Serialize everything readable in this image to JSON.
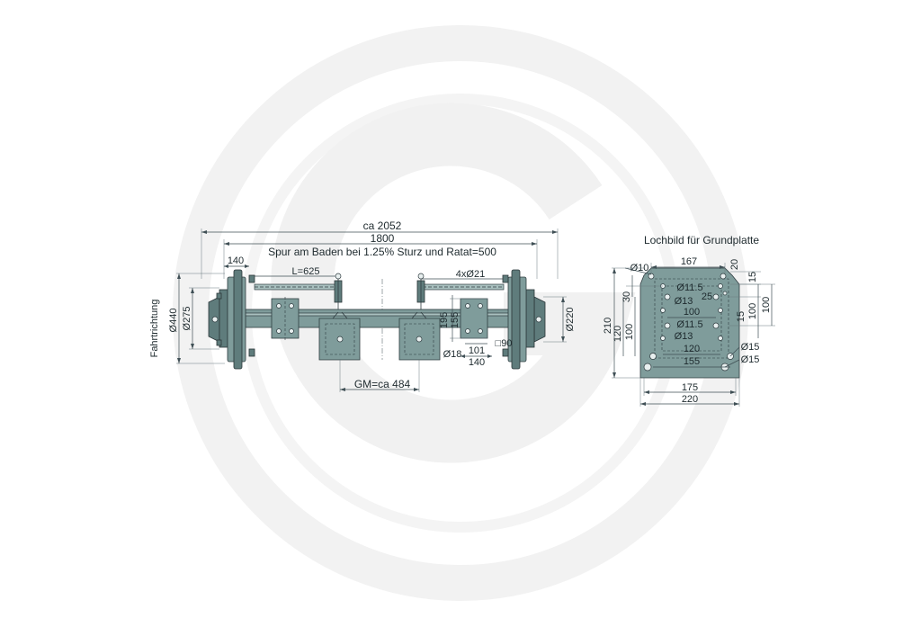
{
  "watermark": {
    "name": "brand-g-logo-watermark",
    "color": "#f3f3f3"
  },
  "colors": {
    "part": "#7f9c9b",
    "part_dark": "#5f7c7c",
    "line": "#2f3c40"
  },
  "axle_view": {
    "overall_length": "ca 2052",
    "track": "1800",
    "track_note": "Spur am Baden bei 1.25% Sturz und Ratat=500",
    "hub_width": "140",
    "length_label": "L=625",
    "bolt_spec": "4xØ21",
    "wheel_dia": "Ø440",
    "bolt_circle": "Ø275",
    "direction_label": "Fahrtrichtung",
    "brake_dia": "Ø220",
    "height_195": "195",
    "height_155": "155",
    "hole_dia_18": "Ø18",
    "width_101": "101",
    "width_140": "140",
    "square_90": "□90",
    "gm_label": "GM=ca 484"
  },
  "plate_view": {
    "title": "Lochbild für Grundplatte",
    "d10": "Ø10",
    "w167": "167",
    "v20": "20",
    "v15_top": "15",
    "d11_5_top": "Ø11.5",
    "v25": "25",
    "d13_top": "Ø13",
    "w100": "100",
    "d11_5_mid": "Ø11.5",
    "d13_mid": "Ø13",
    "w120": "120",
    "w155": "155",
    "d15_a": "Ø15",
    "d15_b": "Ø15",
    "v30": "30",
    "v210": "210",
    "v120": "120",
    "v100_left": "100",
    "v15_right": "15",
    "v100_right_a": "100",
    "v100_right_b": "100",
    "w175": "175",
    "w220": "220"
  }
}
